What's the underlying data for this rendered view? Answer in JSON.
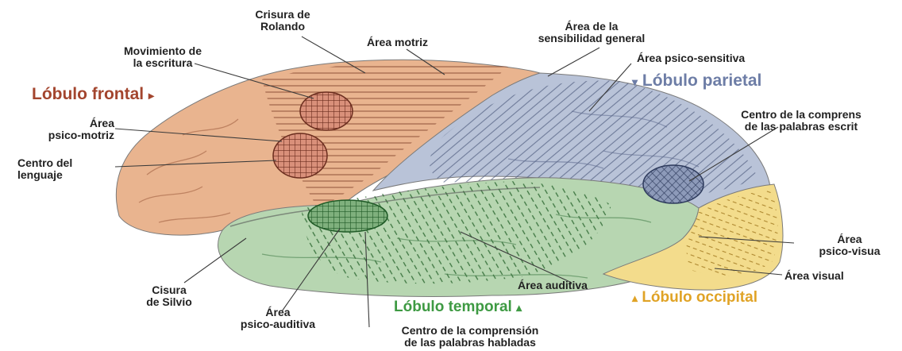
{
  "lobes": {
    "frontal": {
      "label": "Lóbulo frontal",
      "arrow": "▸",
      "color": "#a3452e"
    },
    "parietal": {
      "label": "Lóbulo parietal",
      "arrow": "▾",
      "color": "#6d7da6"
    },
    "temporal": {
      "label": "Lóbulo temporal",
      "arrow": "▴",
      "color": "#3e9a43"
    },
    "occipital": {
      "label": "Lóbulo occipital",
      "arrow": "▴",
      "color": "#e0a326"
    }
  },
  "labels": {
    "crisura_rolando": [
      "Crisura de",
      "Rolando"
    ],
    "movimiento_escritura": [
      "Movimiento de",
      "la escritura"
    ],
    "area_motriz": [
      "Área motriz"
    ],
    "area_sensibilidad": [
      "Área de la",
      "sensibilidad general"
    ],
    "area_psico_sensitiva": [
      "Área psico-sensitiva"
    ],
    "area_psico_motriz": [
      "Área",
      "psico-motriz"
    ],
    "centro_lenguaje": [
      "Centro del",
      "lenguaje"
    ],
    "centro_comprension_escritas": [
      "Centro de la comprens",
      "de las palabras escrit"
    ],
    "area_psico_visual": [
      "Área",
      "psico-visua"
    ],
    "area_visual": [
      "Área visual"
    ],
    "area_auditiva": [
      "Área auditiva"
    ],
    "cisura_silvio": [
      "Cisura",
      "de Silvio"
    ],
    "area_psico_auditiva": [
      "Área",
      "psico-auditiva"
    ],
    "centro_comprension_habladas": [
      "Centro de la comprensión",
      "de las palabras habladas"
    ]
  },
  "colors": {
    "frontal_fill": "#e9b48f",
    "parietal_fill": "#b9c3d8",
    "temporal_fill": "#b7d6b1",
    "occipital_fill": "#f3dc8c",
    "leader_line": "#3a3a3a"
  }
}
